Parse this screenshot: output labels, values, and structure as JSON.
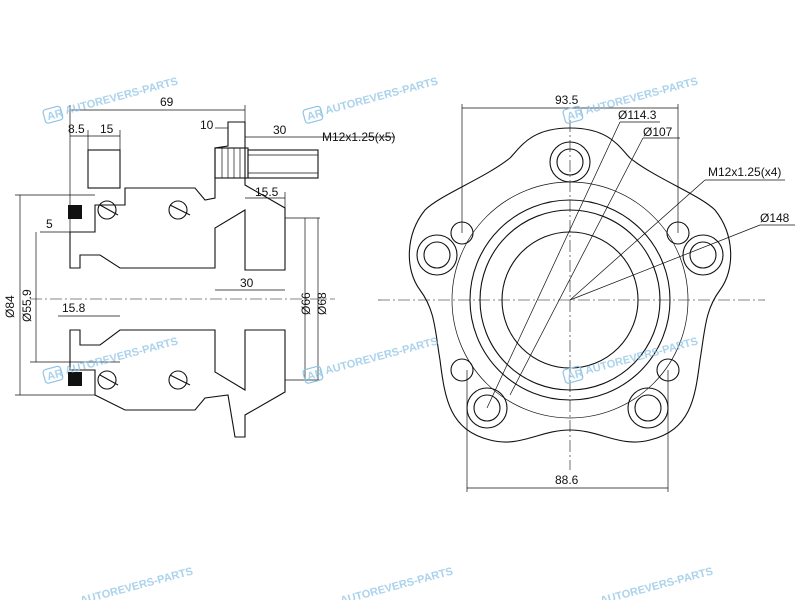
{
  "diagram": {
    "side_view_dims": {
      "d69": "69",
      "d8_5": "8.5",
      "d15": "15",
      "d10": "10",
      "d30_stud": "30",
      "stud_thread": "M12x1.25(x5)",
      "d15_5": "15.5",
      "d5": "5",
      "d84": "Ø84",
      "d55_9": "Ø55.9",
      "d15_8": "15.8",
      "d30_bore": "30",
      "d66": "Ø66",
      "d68": "Ø68"
    },
    "front_view_dims": {
      "d93_5": "93.5",
      "d114_3": "Ø114.3",
      "d107": "Ø107",
      "hole_thread": "M12x1.25(x4)",
      "d148": "Ø148",
      "d88_6": "88.6"
    },
    "watermark": {
      "text": "AUTOREVERS-PARTS",
      "logo": "AR",
      "color": "#8fc4e6"
    }
  }
}
